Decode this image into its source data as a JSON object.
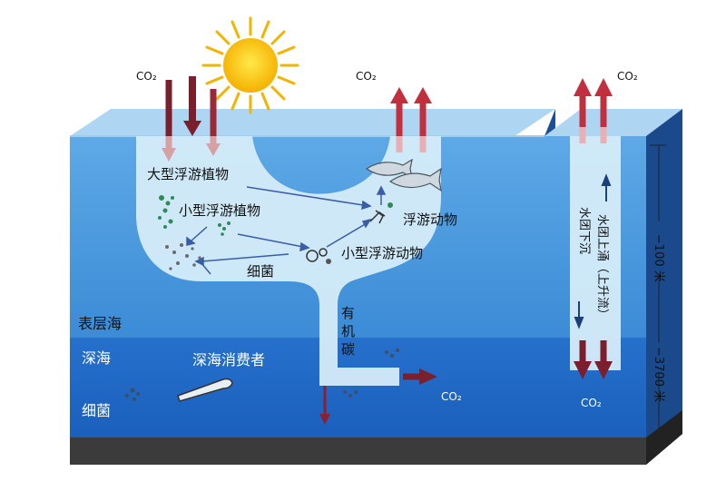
{
  "labels": {
    "co2_sun": "CO₂",
    "co2_outgas_mid": "CO₂",
    "co2_outgas_right": "CO₂",
    "co2_deep_out": "CO₂",
    "co2_bottom_right": "CO₂",
    "large_phytoplankton": "大型浮游植物",
    "small_phytoplankton": "小型浮游植物",
    "zooplankton": "浮游动物",
    "small_zooplankton": "小型浮游动物",
    "bacteria_upper": "细菌",
    "surface_sea": "表层海",
    "deep_sea": "深海",
    "deep_consumers": "深海消费者",
    "bacteria_deep": "细菌",
    "organic_carbon": [
      "有",
      "机",
      "碳"
    ],
    "water_sinking": "水团下沉",
    "water_upwelling": "水团上涌（上升流）",
    "depth_100": "−100 米",
    "depth_3700": "−3700 米"
  },
  "colors": {
    "ocean_surface": "#3f8fd8",
    "ocean_deep": "#1c64c2",
    "seafloor": "#2e2e2e",
    "pathway": "#d5ecf9",
    "arrow_red": "#b3303c",
    "arrow_dark": "#7a1f2b"
  }
}
